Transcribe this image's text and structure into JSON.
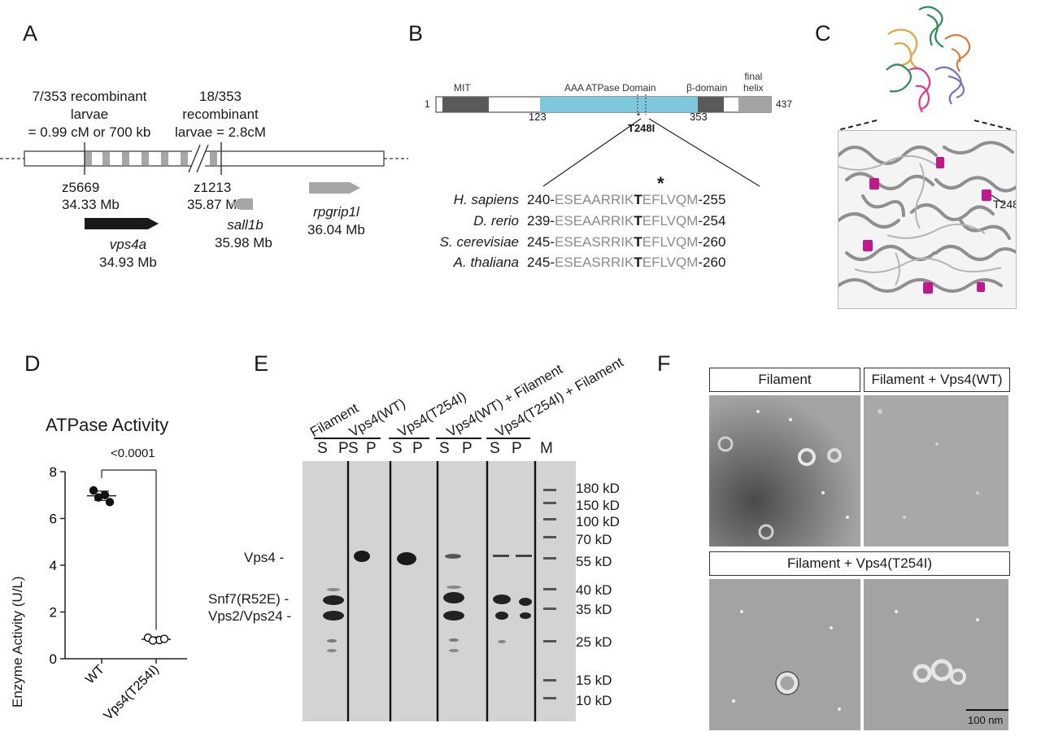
{
  "panels": {
    "a": "A",
    "b": "B",
    "c": "C",
    "d": "D",
    "e": "E",
    "f": "F"
  },
  "panelA": {
    "left_interval": [
      "7/353 recombinant",
      "larvae",
      "= 0.99 cM or 700 kb"
    ],
    "right_interval": [
      "18/353",
      "recombinant",
      "larvae = 2.8cM"
    ],
    "markers": [
      {
        "name": "z5669",
        "pos": "34.33 Mb"
      },
      {
        "name": "z1213",
        "pos": "35.87 Mb"
      }
    ],
    "genes": [
      {
        "name": "vps4a",
        "pos": "34.93 Mb"
      },
      {
        "name": "sall1b",
        "pos": "35.98 Mb"
      },
      {
        "name": "rpgrip1l",
        "pos": "36.04 Mb"
      }
    ]
  },
  "panelB": {
    "domains": {
      "mit": "MIT",
      "aaa": "AAA ATPase Domain",
      "beta": "β-domain",
      "final": [
        "final",
        "helix"
      ]
    },
    "positions": {
      "start": "1",
      "end": "437",
      "aaa_start": "123",
      "aaa_end": "353"
    },
    "mutation": "T248I",
    "star": "*",
    "alignment": [
      {
        "species": "H. sapiens",
        "start": "240-",
        "pre": "ESEAARRIK",
        "key": "T",
        "post": "EFLVQM",
        "end": "-255"
      },
      {
        "species": "D. rerio",
        "start": "239-",
        "pre": "ESEAARRIK",
        "key": "T",
        "post": "EFLVQM",
        "end": "-254"
      },
      {
        "species": "S. cerevisiae",
        "start": "245-",
        "pre": "ESEASRRIK",
        "key": "T",
        "post": "EFLVQM",
        "end": "-260"
      },
      {
        "species": "A. thaliana",
        "start": "245-",
        "pre": "ESEASRRIK",
        "key": "T",
        "post": "EFLVQM",
        "end": "-260"
      }
    ]
  },
  "panelC": {
    "residue_label": "T248"
  },
  "panelD": {
    "chart_data": {
      "type": "scatter",
      "title": "ATPase Activity",
      "ylabel": "Enzyme Activity (U/L)",
      "categories": [
        "WT",
        "Vps4(T254I)"
      ],
      "ylim": [
        0,
        8
      ],
      "yticks": [
        "0",
        "2",
        "4",
        "6",
        "8"
      ],
      "series": [
        {
          "name": "WT",
          "values": [
            7.2,
            7.0,
            6.9,
            6.7
          ],
          "mean": 6.97,
          "sd": 0.2,
          "marker": "filled"
        },
        {
          "name": "Vps4(T254I)",
          "values": [
            0.9,
            0.8,
            0.78,
            0.85
          ],
          "mean": 0.83,
          "sd": 0.1,
          "marker": "open"
        }
      ],
      "annotation": "<0.0001"
    }
  },
  "panelE": {
    "lanes": [
      "Filament",
      "Vps4(WT)",
      "Vps4(T254I)",
      "Vps4(WT) + Filament",
      "Vps4(T254I) + Filament"
    ],
    "sp": [
      "S",
      "P"
    ],
    "marker_lane": "M",
    "band_labels": [
      "Vps4 -",
      "Snf7(R52E) -",
      "Vps2/Vps24 -"
    ],
    "ladder": [
      "180 kD",
      "150 kD",
      "100 kD",
      "70 kD",
      "55 kD",
      "40 kD",
      "35 kD",
      "25 kD",
      "15 kD",
      "10 kD"
    ]
  },
  "panelF": {
    "labels": [
      "Filament",
      "Filament + Vps4(WT)",
      "Filament + Vps4(T254I)"
    ],
    "scale": "100 nm"
  }
}
